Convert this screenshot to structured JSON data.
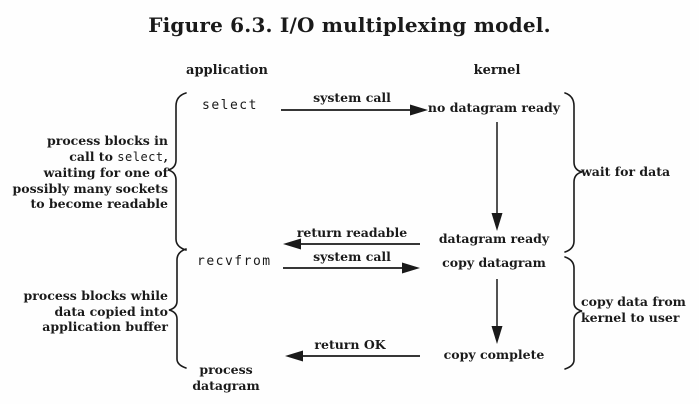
{
  "title": "Figure 6.3. I/O multiplexing model.",
  "headers": {
    "application": "application",
    "kernel": "kernel"
  },
  "application_column": {
    "select_call": "select",
    "recvfrom_call": "recvfrom",
    "process_datagram_line1": "process",
    "process_datagram_line2": "datagram"
  },
  "kernel_column": {
    "no_datagram_ready": "no datagram ready",
    "datagram_ready": "datagram ready",
    "copy_datagram": "copy datagram",
    "copy_complete": "copy complete"
  },
  "arrows": {
    "system_call_top": "system call",
    "return_readable": "return readable",
    "system_call_bottom": "system call",
    "return_ok": "return OK"
  },
  "annotations": {
    "left_top": {
      "line1": "process blocks in",
      "line2_prefix": "call to ",
      "line2_code": "select",
      "line2_suffix": ",",
      "line3": "waiting for one of",
      "line4": "possibly many sockets",
      "line5": "to become readable"
    },
    "left_bottom": {
      "line1": "process blocks while",
      "line2": "data copied into",
      "line3": "application buffer"
    },
    "right_top": "wait for data",
    "right_bottom": {
      "line1": "copy data from",
      "line2": "kernel to user"
    }
  },
  "colors": {
    "ink": "#1a1a1a",
    "background": "#fefefe"
  }
}
